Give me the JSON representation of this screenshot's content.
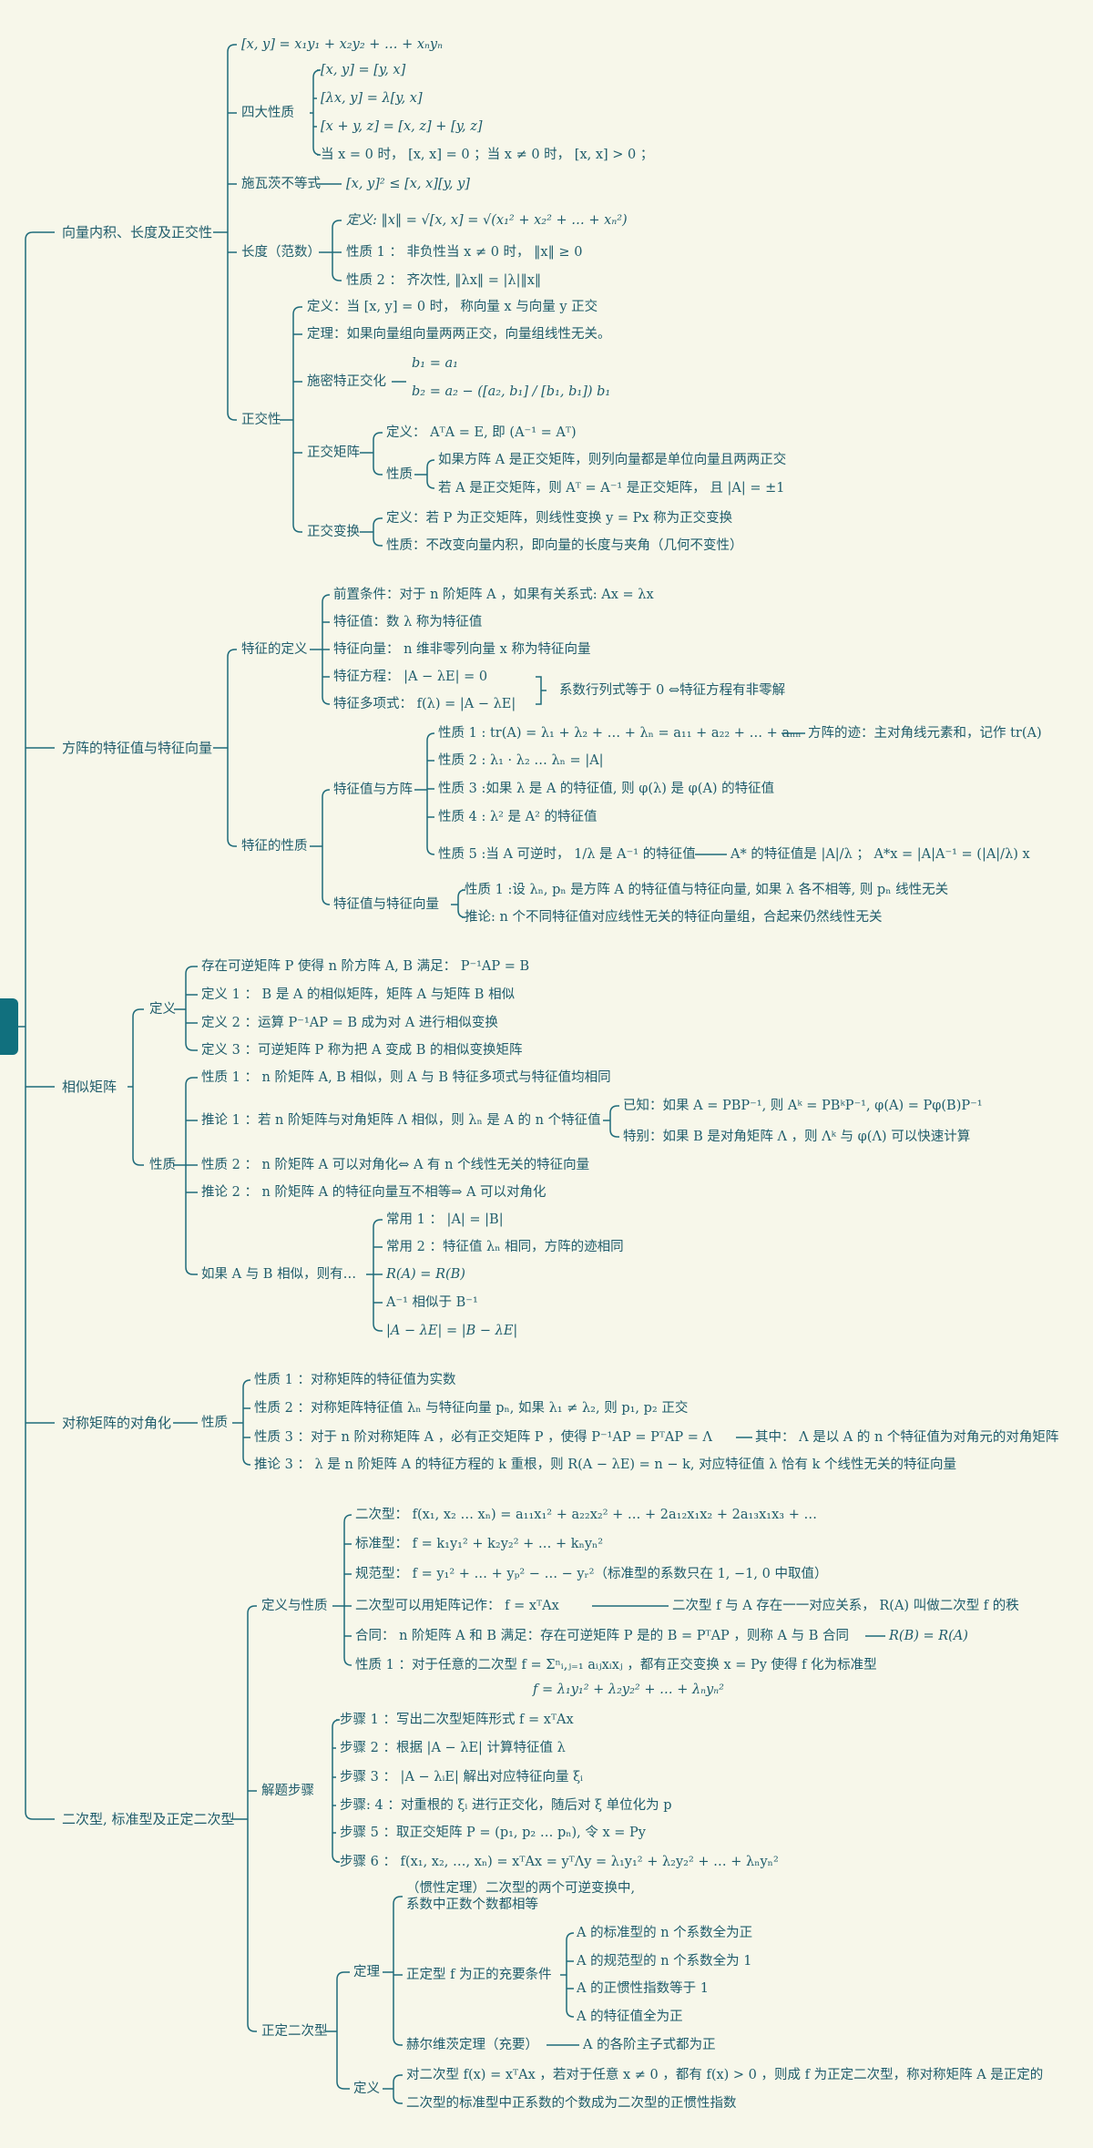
{
  "colors": {
    "line": "#1f6b7a",
    "text": "#1f5c6b",
    "root": "#11707e",
    "background": "#f7f7ea"
  },
  "mindmap": {
    "branch1": {
      "label": "向量内积、长度及正交性",
      "inner_product": "[x, y] = x₁y₁ + x₂y₂ + … + xₙyₙ",
      "four_props": {
        "label": "四大性质",
        "items": [
          "[x, y] = [y, x]",
          "[λx, y] = λ[y, x]",
          "[x + y, z] = [x, z] + [y, z]",
          "当 x = 0 时， [x, x] = 0 ；当 x ≠ 0 时， [x, x] > 0 ；"
        ]
      },
      "schwarz": {
        "label": "施瓦茨不等式",
        "formula": "[x, y]² ≤ [x, x][y, y]"
      },
      "length": {
        "label": "长度（范数）",
        "items": [
          "定义: ‖x‖ = √[x, x] = √(x₁² + x₂² + … + xₙ²)",
          "性质 1 ： 非负性当 x ≠ 0 时， ‖x‖ ≥ 0",
          "性质 2 ： 齐次性, ‖λx‖ = |λ|‖x‖"
        ]
      },
      "ortho": {
        "label": "正交性",
        "def": "定义：当 [x, y] = 0 时， 称向量 x 与向量 y 正交",
        "theorem": "定理：如果向量组向量两两正交，向量组线性无关。",
        "schmidt": {
          "label": "施密特正交化",
          "b1": "b₁ = a₁",
          "b2": "b₂ = a₂ − ([a₂, b₁] / [b₁, b₁]) b₁"
        },
        "matrix": {
          "label": "正交矩阵",
          "def": "定义： AᵀA = E, 即 (A⁻¹ = Aᵀ)",
          "props_label": "性质",
          "props": [
            "如果方阵 A 是正交矩阵，则列向量都是单位向量且两两正交",
            "若 A 是正交矩阵，则 Aᵀ = A⁻¹ 是正交矩阵， 且 |A| = ±1"
          ]
        },
        "transform": {
          "label": "正交变换",
          "items": [
            "定义：若 P 为正交矩阵，则线性变换 y = Px 称为正交变换",
            "性质：不改变向量内积，即向量的长度与夹角（几何不变性）"
          ]
        }
      }
    },
    "branch2": {
      "label": "方阵的特征值与特征向量",
      "def": {
        "label": "特征的定义",
        "items": [
          "前置条件：对于 n 阶矩阵 A ，如果有关系式: Ax = λx",
          "特征值：数 λ 称为特征值",
          "特征向量： n 维非零列向量 x 称为特征向量",
          "特征方程： |A − λE| = 0",
          "特征多项式： f(λ) = |A − λE|"
        ],
        "note": "系数行列式等于 0 ⇔特征方程有非零解"
      },
      "props": {
        "label": "特征的性质",
        "with_matrix": {
          "label": "特征值与方阵",
          "items": [
            "性质 1 : tr(A) = λ₁ + λ₂ + … + λₙ = a₁₁ + a₂₂ + … + aₙₙ",
            "性质 2 : λ₁ · λ₂ … λₙ = |A|",
            "性质 3 :如果 λ 是 A 的特征值, 则 φ(λ) 是 φ(A) 的特征值",
            "性质 4 : λ² 是 A² 的特征值",
            "性质 5 :当 A 可逆时， 1/λ 是 A⁻¹ 的特征值"
          ],
          "trace_note": "方阵的迹：主对角线元素和，记作 tr(A)",
          "adj_note": "A* 的特征值是 |A|/λ ； A*x = |A|A⁻¹ = (|A|/λ) x"
        },
        "with_vector": {
          "label": "特征值与特征向量",
          "items": [
            "性质 1 :设 λₙ, pₙ 是方阵 A 的特征值与特征向量, 如果 λ 各不相等, 则 pₙ 线性无关",
            "推论: n 个不同特征值对应线性无关的特征向量组，合起来仍然线性无关"
          ]
        }
      }
    },
    "branch3": {
      "label": "相似矩阵",
      "def": {
        "label": "定义",
        "items": [
          "存在可逆矩阵 P 使得 n 阶方阵 A, B 满足： P⁻¹AP = B",
          "定义 1 ： B 是 A 的相似矩阵，矩阵 A 与矩阵 B 相似",
          "定义 2 ：运算 P⁻¹AP = B 成为对 A 进行相似变换",
          "定义 3 ：可逆矩阵 P 称为把 A 变成 B 的相似变换矩阵"
        ]
      },
      "props": {
        "label": "性质",
        "items": [
          "性质 1 ： n 阶矩阵 A, B 相似，则 A 与 B 特征多项式与特征值均相同",
          "推论 1 ：若 n 阶矩阵与对角矩阵 Λ 相似，则 λₙ 是 A 的 n 个特征值",
          "性质 2 ： n 阶矩阵 A 可以对角化⇔ A 有 n 个线性无关的特征向量",
          "推论 2 ： n 阶矩阵 A 的特征向量互不相等⇒ A 可以对角化"
        ],
        "cor1_sub": [
          "已知：如果 A = PBP⁻¹, 则 Aᵏ = PBᵏP⁻¹, φ(A) = Pφ(B)P⁻¹",
          "特别：如果 B 是对角矩阵 Λ ，则 Λᵏ 与 φ(Λ) 可以快速计算"
        ],
        "similar": {
          "label": "如果 A 与 B 相似，则有…",
          "items": [
            "常用 1 ： |A| = |B|",
            "常用 2 ：特征值 λₙ 相同，方阵的迹相同",
            "R(A) = R(B)",
            "A⁻¹ 相似于 B⁻¹",
            "|A − λE| = |B − λE|"
          ]
        }
      }
    },
    "branch4": {
      "label": "对称矩阵的对角化",
      "props_label": "性质",
      "items": [
        "性质 1 ：对称矩阵的特征值为实数",
        "性质 2 ：对称矩阵特征值 λₙ 与特征向量 pₙ, 如果 λ₁ ≠ λ₂, 则 p₁, p₂ 正交",
        "性质 3 ：对于 n 阶对称矩阵 A ，必有正交矩阵 P ，使得 P⁻¹AP = PᵀAP = Λ",
        "推论 3 ： λ 是 n 阶矩阵 A 的特征方程的 k 重根，则 R(A − λE) = n − k, 对应特征值 λ 恰有 k 个线性无关的特征向量"
      ],
      "note3": "其中： Λ 是以 A 的 n 个特征值为对角元的对角矩阵"
    },
    "branch5": {
      "label": "二次型, 标准型及正定二次型",
      "def": {
        "label": "定义与性质",
        "items": [
          "二次型： f(x₁, x₂ … xₙ) = a₁₁x₁² + a₂₂x₂² + … + 2a₁₂x₁x₂ + 2a₁₃x₁x₃ + …",
          "标准型： f = k₁y₁² + k₂y₂² + … + kₙyₙ²",
          "规范型： f = y₁² + … + yₚ² − … − yᵣ²（标准型的系数只在 1, −1, 0 中取值）",
          "二次型可以用矩阵记作： f = xᵀAx",
          "合同： n 阶矩阵 A 和 B 满足：存在可逆矩阵 P 是的 B = PᵀAP ，则称 A 与 B 合同",
          "性质 1 ：对于任意的二次型 f = Σⁿᵢ,ⱼ₌₁ aᵢⱼxᵢxⱼ ，都有正交变换 x = Py 使得 f 化为标准型"
        ],
        "matrix_note": "二次型 f 与 A 存在一一对应关系， R(A) 叫做二次型 f 的秩",
        "congruent_note": "R(B) = R(A)",
        "std_form": "f = λ₁y₁² + λ₂y₂² + … + λₙyₙ²"
      },
      "steps": {
        "label": "解题步骤",
        "items": [
          "步骤 1 ：写出二次型矩阵形式 f = xᵀAx",
          "步骤 2 ：根据 |A − λE| 计算特征值 λ",
          "步骤 3 ： |A − λᵢE| 解出对应特征向量 ξᵢ",
          "步骤: 4 ：对重根的 ξᵢ 进行正交化，随后对 ξ 单位化为 p",
          "步骤 5 ：取正交矩阵 P = (p₁, p₂ … pₙ), 令 x = Py",
          "步骤 6 ： f(x₁, x₂, …, xₙ) = xᵀAx = yᵀΛy = λ₁y₁² + λ₂y₂² + … + λₙyₙ²"
        ]
      },
      "pd": {
        "label": "正定二次型",
        "theorem": {
          "label": "定理",
          "inertia": [
            "（惯性定理）二次型的两个可逆变换中,",
            "系数中正数个数都相等"
          ],
          "cond_label": "正定型 f 为正的充要条件",
          "conds": [
            "A 的标准型的 n 个系数全为正",
            "A 的规范型的 n 个系数全为 1",
            "A 的正惯性指数等于 1",
            "A 的特征值全为正"
          ],
          "hurwitz": "赫尔维茨定理（充要）",
          "hurwitz_note": "A 的各阶主子式都为正"
        },
        "def": {
          "label": "定义",
          "items": [
            "对二次型 f(x) = xᵀAx ，若对于任意 x ≠ 0 ，都有 f(x) > 0 ，则成 f 为正定二次型，称对称矩阵 A 是正定的",
            "二次型的标准型中正系数的个数成为二次型的正惯性指数"
          ]
        }
      }
    }
  }
}
